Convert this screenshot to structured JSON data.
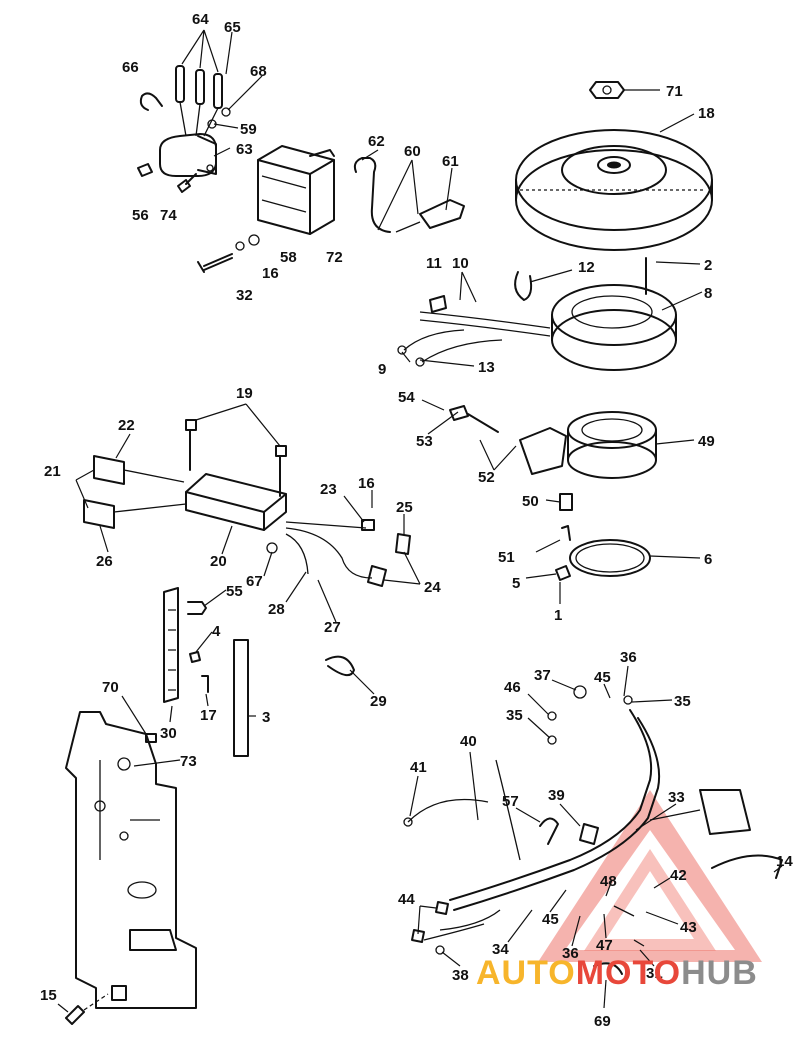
{
  "watermark": {
    "part1": "AUTO",
    "part2": "MOTO",
    "part3": "HUB",
    "color_primary": "#f7b52b",
    "color_secondary": "#e8473a",
    "color_gray": "#8c8c8c"
  },
  "callouts": [
    {
      "id": "n64",
      "text": "64"
    },
    {
      "id": "n65",
      "text": "65"
    },
    {
      "id": "n66",
      "text": "66"
    },
    {
      "id": "n68",
      "text": "68"
    },
    {
      "id": "n59",
      "text": "59"
    },
    {
      "id": "n63",
      "text": "63"
    },
    {
      "id": "n56",
      "text": "56"
    },
    {
      "id": "n74",
      "text": "74"
    },
    {
      "id": "n58",
      "text": "58"
    },
    {
      "id": "n16a",
      "text": "16"
    },
    {
      "id": "n32",
      "text": "32"
    },
    {
      "id": "n72",
      "text": "72"
    },
    {
      "id": "n62",
      "text": "62"
    },
    {
      "id": "n60",
      "text": "60"
    },
    {
      "id": "n61",
      "text": "61"
    },
    {
      "id": "n71",
      "text": "71"
    },
    {
      "id": "n18",
      "text": "18"
    },
    {
      "id": "n2",
      "text": "2"
    },
    {
      "id": "n11",
      "text": "11"
    },
    {
      "id": "n10",
      "text": "10"
    },
    {
      "id": "n12",
      "text": "12"
    },
    {
      "id": "n8",
      "text": "8"
    },
    {
      "id": "n9",
      "text": "9"
    },
    {
      "id": "n13",
      "text": "13"
    },
    {
      "id": "n54",
      "text": "54"
    },
    {
      "id": "n53",
      "text": "53"
    },
    {
      "id": "n52",
      "text": "52"
    },
    {
      "id": "n49",
      "text": "49"
    },
    {
      "id": "n50",
      "text": "50"
    },
    {
      "id": "n51",
      "text": "51"
    },
    {
      "id": "n5",
      "text": "5"
    },
    {
      "id": "n1",
      "text": "1"
    },
    {
      "id": "n6",
      "text": "6"
    },
    {
      "id": "n19",
      "text": "19"
    },
    {
      "id": "n22",
      "text": "22"
    },
    {
      "id": "n21",
      "text": "21"
    },
    {
      "id": "n26",
      "text": "26"
    },
    {
      "id": "n20",
      "text": "20"
    },
    {
      "id": "n23",
      "text": "23"
    },
    {
      "id": "n16b",
      "text": "16"
    },
    {
      "id": "n25",
      "text": "25"
    },
    {
      "id": "n67",
      "text": "67"
    },
    {
      "id": "n24",
      "text": "24"
    },
    {
      "id": "n28",
      "text": "28"
    },
    {
      "id": "n27",
      "text": "27"
    },
    {
      "id": "n55",
      "text": "55"
    },
    {
      "id": "n4",
      "text": "4"
    },
    {
      "id": "n17",
      "text": "17"
    },
    {
      "id": "n3",
      "text": "3"
    },
    {
      "id": "n29",
      "text": "29"
    },
    {
      "id": "n70",
      "text": "70"
    },
    {
      "id": "n30",
      "text": "30"
    },
    {
      "id": "n73",
      "text": "73"
    },
    {
      "id": "n15",
      "text": "15"
    },
    {
      "id": "n37",
      "text": "37"
    },
    {
      "id": "n36a",
      "text": "36"
    },
    {
      "id": "n46",
      "text": "46"
    },
    {
      "id": "n45a",
      "text": "45"
    },
    {
      "id": "n35a",
      "text": "35"
    },
    {
      "id": "n35b",
      "text": "35"
    },
    {
      "id": "n40",
      "text": "40"
    },
    {
      "id": "n41",
      "text": "41"
    },
    {
      "id": "n57",
      "text": "57"
    },
    {
      "id": "n39",
      "text": "39"
    },
    {
      "id": "n33",
      "text": "33"
    },
    {
      "id": "n14",
      "text": "14"
    },
    {
      "id": "n48",
      "text": "48"
    },
    {
      "id": "n42",
      "text": "42"
    },
    {
      "id": "n44",
      "text": "44"
    },
    {
      "id": "n45b",
      "text": "45"
    },
    {
      "id": "n43",
      "text": "43"
    },
    {
      "id": "n34",
      "text": "34"
    },
    {
      "id": "n36b",
      "text": "36"
    },
    {
      "id": "n47",
      "text": "47"
    },
    {
      "id": "n31",
      "text": "31"
    },
    {
      "id": "n38",
      "text": "38"
    },
    {
      "id": "n69",
      "text": "69"
    }
  ]
}
